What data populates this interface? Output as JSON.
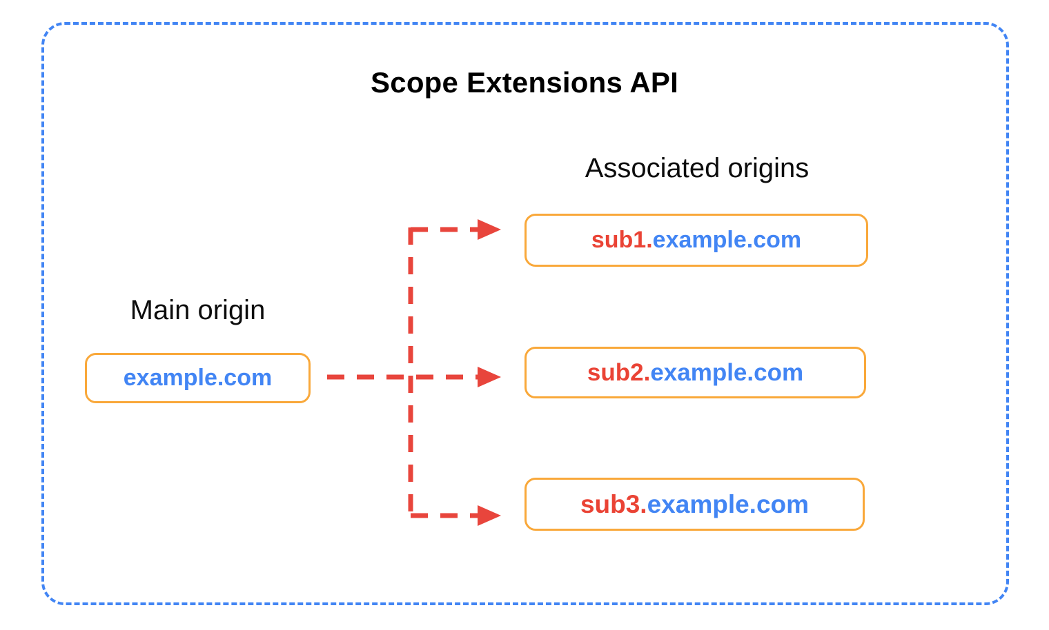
{
  "diagram": {
    "title": "Scope Extensions API",
    "frame_border_color": "#4285F4",
    "labels": {
      "main_origin": "Main origin",
      "associated_origins": "Associated origins"
    },
    "colors": {
      "frame_dashed_blue": "#4285F4",
      "box_border_orange": "#F9A83A",
      "subdomain_red": "#EA4335",
      "domain_blue": "#4285F4",
      "arrow_red": "#E8453C",
      "title_black": "#000000",
      "background": "#FFFFFF"
    },
    "main_origin": {
      "sub": "",
      "domain": "example.com",
      "full": "example.com"
    },
    "associated_origins": [
      {
        "sub": "sub1.",
        "domain": "example.com",
        "full": "sub1.example.com"
      },
      {
        "sub": "sub2.",
        "domain": "example.com",
        "full": "sub2.example.com"
      },
      {
        "sub": "sub3.",
        "domain": "example.com",
        "full": "sub3.example.com"
      }
    ],
    "connectors": {
      "style": "dashed",
      "color": "#E8453C",
      "count": 3,
      "description": "One dashed red line leaves the main origin box, splits at a vertical trunk, and three arrows point to each associated origin box"
    }
  }
}
